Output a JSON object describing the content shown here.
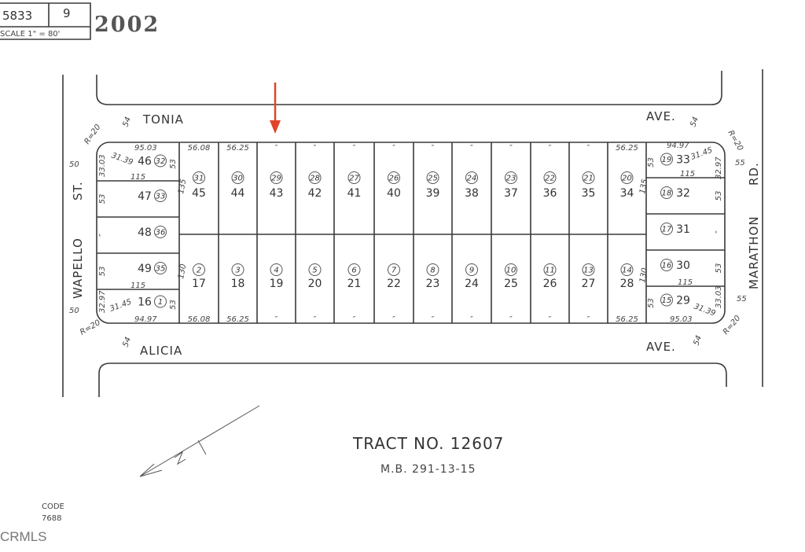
{
  "header": {
    "book": "5833",
    "page": "9",
    "scale": "SCALE 1\" = 80'",
    "year": "2002"
  },
  "streets": {
    "top": "TONIA",
    "top_suffix": "AVE.",
    "bottom": "ALICIA",
    "bottom_suffix": "AVE.",
    "left": "WAPELLO",
    "left_suffix": "ST.",
    "right": "MARATHON",
    "right_suffix": "RD.",
    "width_top_bottom": "54",
    "width_left": "50",
    "width_right": "55"
  },
  "top_lots": [
    {
      "lot": "45",
      "parcel": "31"
    },
    {
      "lot": "44",
      "parcel": "30"
    },
    {
      "lot": "43",
      "parcel": "29"
    },
    {
      "lot": "42",
      "parcel": "28"
    },
    {
      "lot": "41",
      "parcel": "27"
    },
    {
      "lot": "40",
      "parcel": "26"
    },
    {
      "lot": "39",
      "parcel": "25"
    },
    {
      "lot": "38",
      "parcel": "24"
    },
    {
      "lot": "37",
      "parcel": "23"
    },
    {
      "lot": "36",
      "parcel": "22"
    },
    {
      "lot": "35",
      "parcel": "21"
    },
    {
      "lot": "34",
      "parcel": "20"
    }
  ],
  "bottom_lots": [
    {
      "lot": "17",
      "parcel": "2"
    },
    {
      "lot": "18",
      "parcel": "3"
    },
    {
      "lot": "19",
      "parcel": "4"
    },
    {
      "lot": "20",
      "parcel": "5"
    },
    {
      "lot": "21",
      "parcel": "6"
    },
    {
      "lot": "22",
      "parcel": "7"
    },
    {
      "lot": "23",
      "parcel": "8"
    },
    {
      "lot": "24",
      "parcel": "9"
    },
    {
      "lot": "25",
      "parcel": "10"
    },
    {
      "lot": "26",
      "parcel": "11"
    },
    {
      "lot": "27",
      "parcel": "13"
    },
    {
      "lot": "28",
      "parcel": "14"
    }
  ],
  "left_lots": [
    {
      "lot": "46",
      "parcel": "32"
    },
    {
      "lot": "47",
      "parcel": "33"
    },
    {
      "lot": "48",
      "parcel": "36"
    },
    {
      "lot": "49",
      "parcel": "35"
    },
    {
      "lot": "16",
      "parcel": "1"
    }
  ],
  "right_lots": [
    {
      "lot": "33",
      "parcel": "19"
    },
    {
      "lot": "32",
      "parcel": "18"
    },
    {
      "lot": "31",
      "parcel": "17"
    },
    {
      "lot": "30",
      "parcel": "16"
    },
    {
      "lot": "29",
      "parcel": "15"
    }
  ],
  "dims": {
    "first_width": "56.08",
    "second_width": "56.25",
    "ditto": "″",
    "last_width": "56.25",
    "depth_top": "135",
    "depth_bottom": "130",
    "side_depth": "115",
    "side_width": "53",
    "nw_front": "95.03",
    "nw_curve": "31.39",
    "nw_side": "33.03",
    "sw_front": "94.97",
    "sw_curve": "31.45",
    "sw_side": "32.97",
    "ne_front": "94.97",
    "ne_curve": "31.45",
    "ne_side": "32.97",
    "se_front": "95.03",
    "se_curve": "31.39",
    "se_side": "33.03",
    "radius": "R=20"
  },
  "title": {
    "tract": "TRACT NO. 12607",
    "map_book": "M.B. 291-13-15"
  },
  "code": {
    "label": "CODE",
    "value": "7688"
  },
  "watermark": "CRMLS",
  "colors": {
    "ink": "#3a3a3a",
    "arrow": "#e0442a"
  }
}
